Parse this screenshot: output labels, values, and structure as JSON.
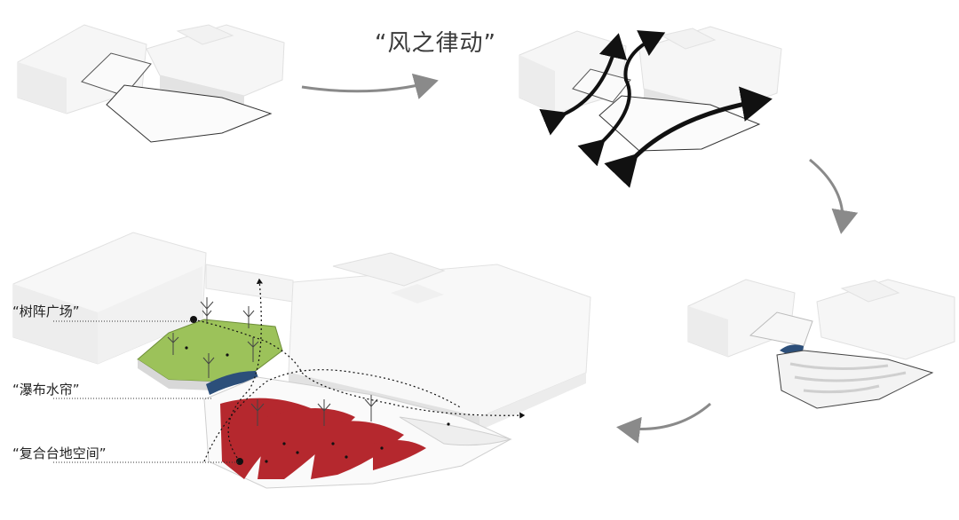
{
  "title": "“风之律动”",
  "labels": {
    "tree_plaza": "“树阵广场”",
    "waterfall_curtain": "“瀑布水帘”",
    "terraced_space": "“复合台地空间”"
  },
  "colors": {
    "building": "#f4f4f4",
    "building_shadow": "#d9d9d9",
    "lawn": "#9cc25a",
    "red_terrace": "#b5282e",
    "water": "#2c4f7a",
    "arrow_gray": "#8a8a8a"
  }
}
